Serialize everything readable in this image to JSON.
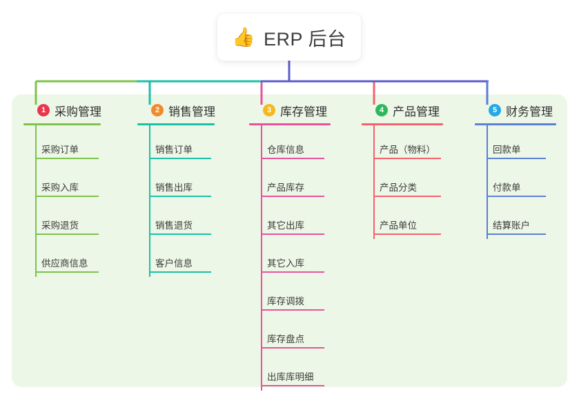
{
  "diagram": {
    "type": "mindmap",
    "title": "ERP 后台",
    "root": {
      "icon": "thumbs-up-icon",
      "glyph": "👍",
      "label": "ERP 后台"
    },
    "trunk_color": "#5b5bc9",
    "panel_color": "#edf7e7",
    "branches": [
      {
        "number": "1",
        "label": "采购管理",
        "badge_color": "#e8374a",
        "line_color": "#7dc24b",
        "items": [
          "采购订单",
          "采购入库",
          "采购退货",
          "供应商信息"
        ]
      },
      {
        "number": "2",
        "label": "销售管理",
        "badge_color": "#f08a2c",
        "line_color": "#1bbfa8",
        "items": [
          "销售订单",
          "销售出库",
          "销售退货",
          "客户信息"
        ]
      },
      {
        "number": "3",
        "label": "库存管理",
        "badge_color": "#f5b820",
        "line_color": "#e9509c",
        "items": [
          "仓库信息",
          "产品库存",
          "其它出库",
          "其它入库",
          "库存调拨",
          "库存盘点",
          "出库库明细"
        ]
      },
      {
        "number": "4",
        "label": "产品管理",
        "badge_color": "#2eb85c",
        "line_color": "#f4606c",
        "items": [
          "产品（物料）",
          "产品分类",
          "产品单位"
        ]
      },
      {
        "number": "5",
        "label": "财务管理",
        "badge_color": "#23a8e8",
        "line_color": "#5a7fd4",
        "items": [
          "回款单",
          "付款单",
          "结算账户"
        ]
      }
    ]
  }
}
